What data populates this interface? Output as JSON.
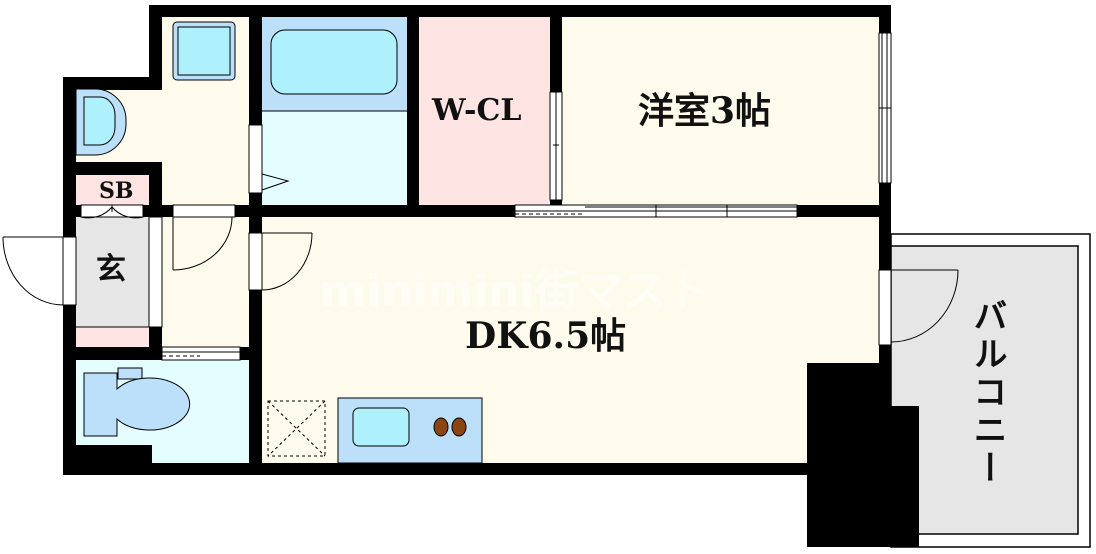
{
  "floor_plan": {
    "rooms": {
      "western_room": {
        "label": "洋室3帖"
      },
      "walk_in_closet": {
        "label": "W-CL"
      },
      "dining_kitchen": {
        "label": "DK6.5帖"
      },
      "entrance": {
        "label": "玄"
      },
      "shoe_box": {
        "label": "SB"
      },
      "balcony": {
        "label": "バルコニー"
      }
    },
    "watermark": "minimini街マスト",
    "colors": {
      "wall": "#000000",
      "floor_cream": "#fffbec",
      "closet_pink": "#ffe4e4",
      "bath_blue": "#bde0fa",
      "wet_light": "#e4fdff",
      "fixture_cyan": "#aef0fb",
      "entrance_gray": "#e6e6e6",
      "stove_brown": "#8b4513"
    }
  }
}
